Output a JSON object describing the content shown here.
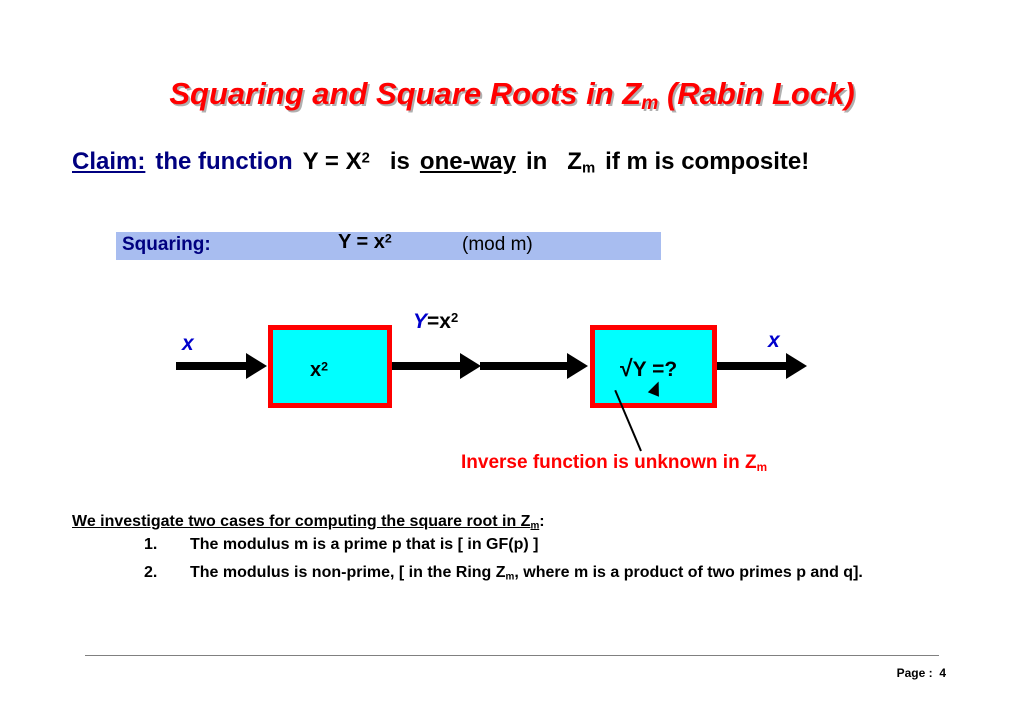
{
  "slide": {
    "title_parts": {
      "pre": "Squaring and Square Roots in Z",
      "sub": "m",
      "post": " (Rabin Lock)"
    },
    "claim": {
      "claim_label": "Claim:",
      "text1": "the function",
      "formula": "Y = X",
      "formula_sup": "2",
      "text2": "is",
      "oneway": "one-way",
      "text3": "in",
      "zm": "Z",
      "zm_sub": "m",
      "text4": "if m is composite!"
    },
    "band": {
      "label": "Squaring:",
      "equation": "Y  =  x",
      "equation_sup": "2",
      "mod": "(mod  m)"
    },
    "diagram": {
      "input_label": "x",
      "box1_text": "x",
      "box1_sup": "2",
      "mid_label_y": "Y",
      "mid_label_eq": "=x",
      "mid_label_sup": "2",
      "box2_root": "√",
      "box2_text": "Y =?",
      "output_label": "x",
      "caption": "Inverse function is unknown in Z",
      "caption_sub": "m"
    },
    "bottom": {
      "heading_pre": "We investigate two cases for computing the square root in Z",
      "heading_sub": "m",
      "heading_post": ":",
      "items": [
        {
          "num": "1.",
          "text": "The modulus m is a prime p that is [ in GF(p) ]"
        },
        {
          "num": "2.",
          "text_pre": "The modulus is non-prime, [ in the Ring Z",
          "text_sub": "m",
          "text_post": ", where m is a product of two primes p and q]."
        }
      ]
    },
    "footer": {
      "page_label": "Page :",
      "page_number": "4"
    }
  }
}
